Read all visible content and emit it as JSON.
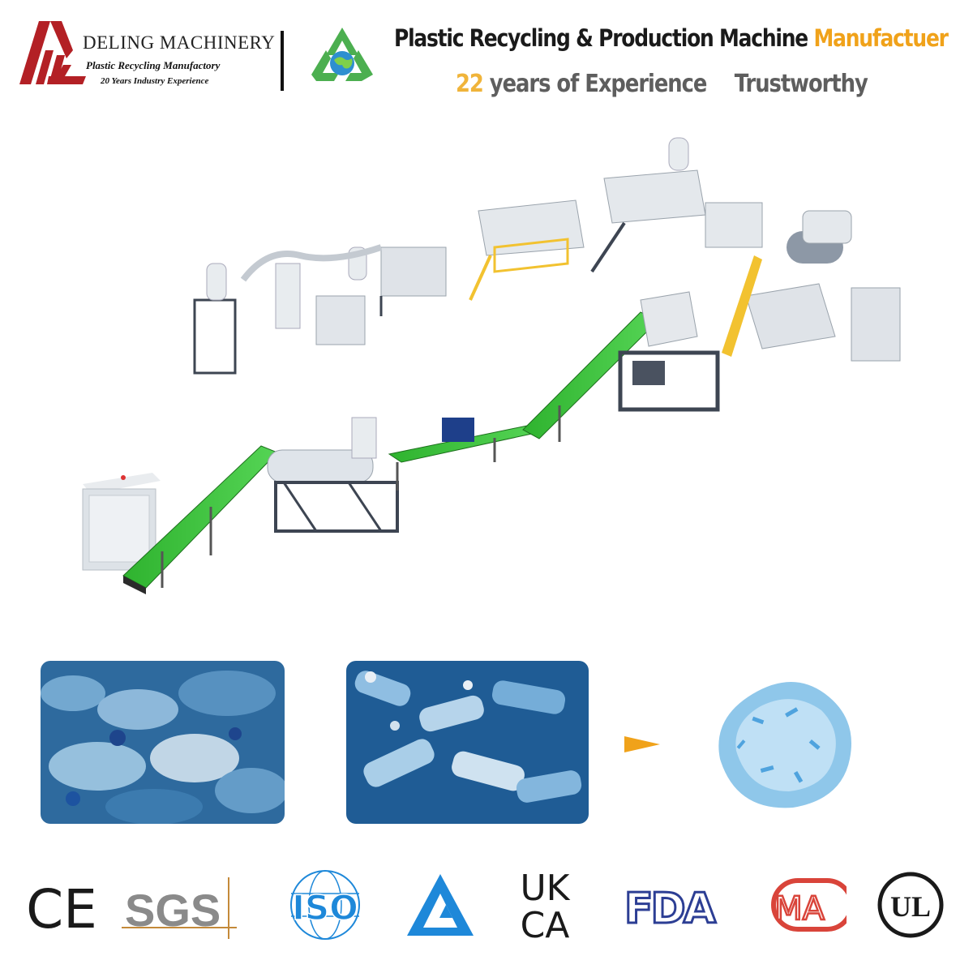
{
  "header": {
    "brand_name": "DELING MACHINERY",
    "brand_tagline_1": "Plastic Recycling Manufactory",
    "brand_tagline_2": "20 Years Industry Experience",
    "headline_main": "Plastic Recycling & Production Machine ",
    "headline_accent": "Manufactuer",
    "subline_number": "22",
    "subline_text": " years of Experience",
    "subline_trust": "Trustworthy"
  },
  "certifications": {
    "ce": "CE",
    "sgs": "SGS",
    "iso": "ISO",
    "ukca_top": "UK",
    "ukca_bottom": "CA",
    "fda": "FDA",
    "cma": "MA",
    "ul": "UL"
  },
  "colors": {
    "brand_red": "#b32025",
    "accent_orange": "#f0a21a",
    "conveyor_green": "#3cc23c",
    "recycle_green": "#4caf50",
    "iso_blue": "#1e88d9",
    "fda_blue": "#2c3e94",
    "cma_red": "#d9443a"
  },
  "icons": [
    "recycle-icon",
    "flow-arrow-icon"
  ]
}
